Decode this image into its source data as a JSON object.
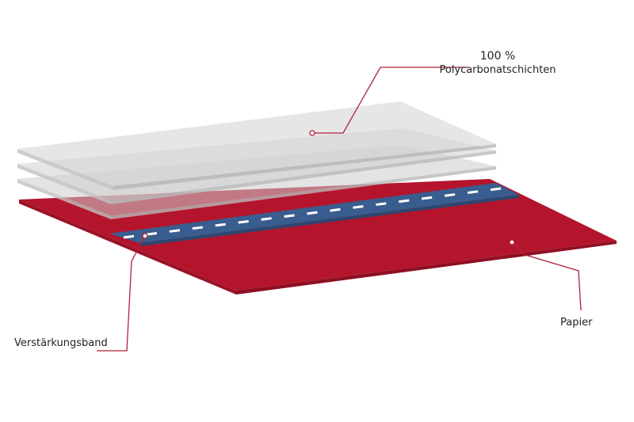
{
  "labels": {
    "polycarbonate_line1": "100 %",
    "polycarbonate_line2": "Polycarbonatschichten",
    "paper": "Papier",
    "reinforcement_band": "Verstärkungsband"
  },
  "colors": {
    "paper_top": "#b4152d",
    "paper_edge": "#8f0f22",
    "band": "#3a5d8f",
    "band_edge": "#2c4770",
    "polycarbonate": "#d5d5d5",
    "polycarbonate_edge": "#b9b9b9",
    "leader": "#b0203a",
    "text": "#222222"
  }
}
